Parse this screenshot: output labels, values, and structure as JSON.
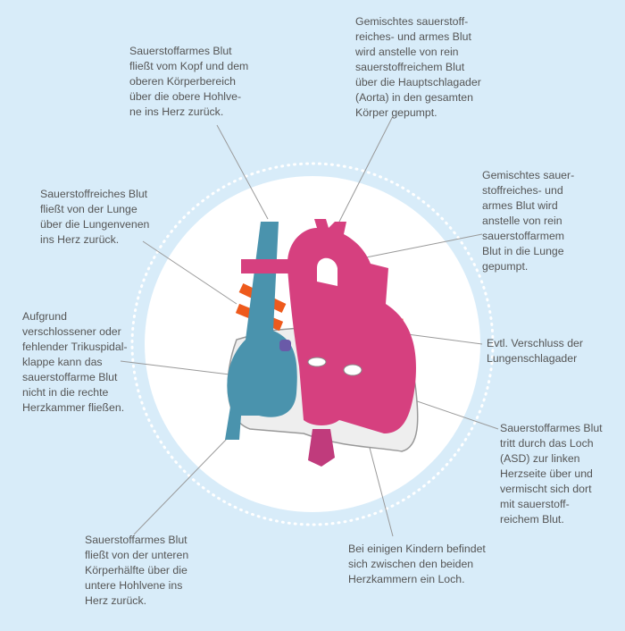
{
  "labels": {
    "svc_superior": "Sauerstoffarmes Blut\nfließt vom Kopf und dem\noberen Körperbereich\nüber die obere Hohlve-\nne ins Herz zurück.",
    "aorta_mixed": "Gemischtes sauerstoff-\nreiches- und  armes Blut\nwird anstelle von rein\nsauerstoffreichem Blut\nüber die Hauptschlagader\n(Aorta) in den gesamten\nKörper gepumpt.",
    "pulmonary_mixed": "Gemischtes sauer-\nstoffreiches- und\narmes Blut wird\nanstelle von rein\nsauerstoffarmem\nBlut in die Lunge\ngepumpt.",
    "pulmonary_veins": "Sauerstoffreiches Blut\nfließt von der Lunge\nüber die Lungenvenen\nins Herz zurück.",
    "tricuspid": "Aufgrund\nverschlossener oder\nfehlender Trikuspidal-\nklappe kann das\nsauerstoffarme Blut\nnicht in die rechte\nHerzkammer fließen.",
    "pulmonary_artery": "Evtl. Verschluss der\nLungenschlagader",
    "asd": "Sauerstoffarmes Blut\ntritt durch das Loch\n(ASD) zur linken\nHerzseite über und\nvermischt sich dort\nmit sauerstoff-\nreichem Blut.",
    "ivc_inferior": "Sauerstoffarmes Blut\nfließt von der unteren\nKörperhälfte über die\nuntere Hohlvene ins\nHerz zurück.",
    "vsd": "Bei einigen Kindern befindet\nsich zwischen den beiden\nHerzkammern ein Loch."
  },
  "colors": {
    "background": "#d8ecf9",
    "deoxygenated": "#4a93ad",
    "mixed": "#d6407f",
    "oxygenated": "#ee5a1c",
    "text": "#555555"
  }
}
